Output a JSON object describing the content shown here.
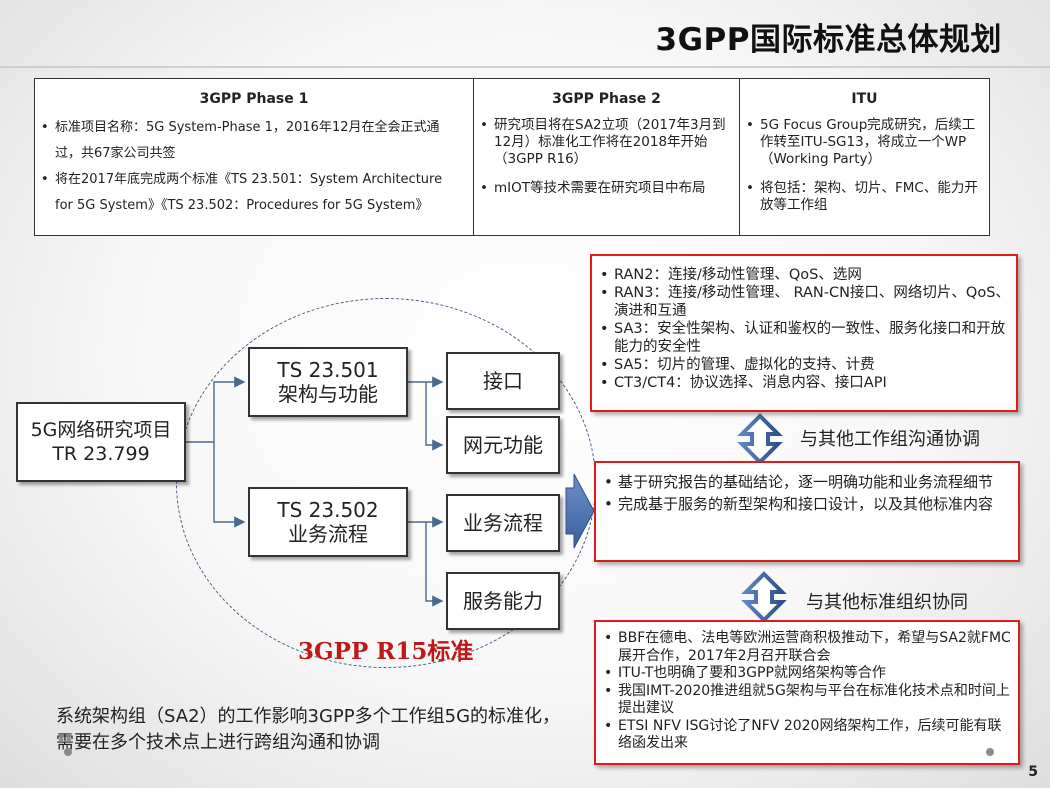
{
  "title": "3GPP国际标准总体规划",
  "table": {
    "columns": [
      {
        "header": "3GPP Phase 1",
        "items": [
          "标准项目名称：5G System-Phase 1，2016年12月在全会正式通过，共67家公司共签",
          "将在2017年底完成两个标准《TS 23.501：System Architecture for 5G System》《TS 23.502：Procedures for 5G System》"
        ]
      },
      {
        "header": "3GPP Phase 2",
        "items": [
          "研究项目将在SA2立项（2017年3月到12月）标准化工作将在2018年开始（3GPP R16）",
          "mIOT等技术需要在研究项目中布局"
        ]
      },
      {
        "header": "ITU",
        "items": [
          "5G Focus Group完成研究，后续工作转至ITU-SG13，将成立一个WP（Working Party）",
          "将包括：架构、切片、FMC、能力开放等工作组"
        ]
      }
    ]
  },
  "diagram": {
    "root": "5G网络研究项目\nTR 23.799",
    "ts1": "TS 23.501\n架构与功能",
    "ts2": "TS 23.502\n业务流程",
    "leaves": [
      "接口",
      "网元功能",
      "业务流程",
      "服务能力"
    ],
    "release_label": "3GPP R15标准"
  },
  "workgroups": [
    "RAN2：连接/移动性管理、QoS、选网",
    "RAN3：连接/移动性管理、 RAN-CN接口、网络切片、QoS、演进和互通",
    "SA3：安全性架构、认证和鉴权的一致性、服务化接口和开放能力的安全性",
    "SA5：切片的管理、虚拟化的支持、计费",
    "CT3/CT4：协议选择、消息内容、接口API"
  ],
  "coord_label_1": "与其他工作组沟通协调",
  "center_items": [
    "基于研究报告的基础结论，逐一明确功能和业务流程细节",
    "完成基于服务的新型架构和接口设计，以及其他标准内容"
  ],
  "coord_label_2": "与其他标准组织协同",
  "orgs": [
    "BBF在德电、法电等欧洲运营商积极推动下，希望与SA2就FMC展开合作，2017年2月召开联合会",
    "ITU-T也明确了要和3GPP就网络架构等合作",
    "我国IMT-2020推进组就5G架构与平台在标准化技术点和时间上提出建议",
    "ETSI NFV ISG讨论了NFV 2020网络架构工作，后续可能有联络函发出来"
  ],
  "bottom_note": "系统架构组（SA2）的工作影响3GPP多个工作组5G的标准化，需要在多个技术点上进行跨组沟通和协调",
  "page_number": "5"
}
